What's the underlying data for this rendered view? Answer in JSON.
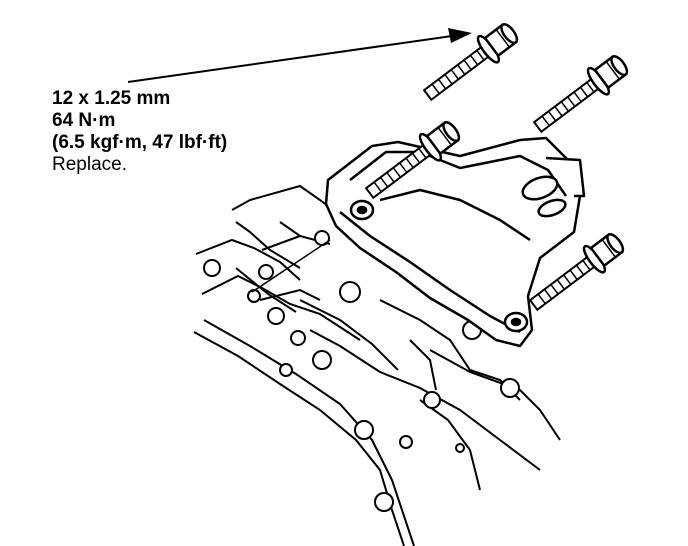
{
  "callout": {
    "size": "12 x 1.25 mm",
    "torque_nm": "64 N·m",
    "torque_alt": "(6.5 kgf·m, 47 lbf·ft)",
    "note": "Replace."
  },
  "colors": {
    "ink": "#000000",
    "paper": "#ffffff"
  }
}
